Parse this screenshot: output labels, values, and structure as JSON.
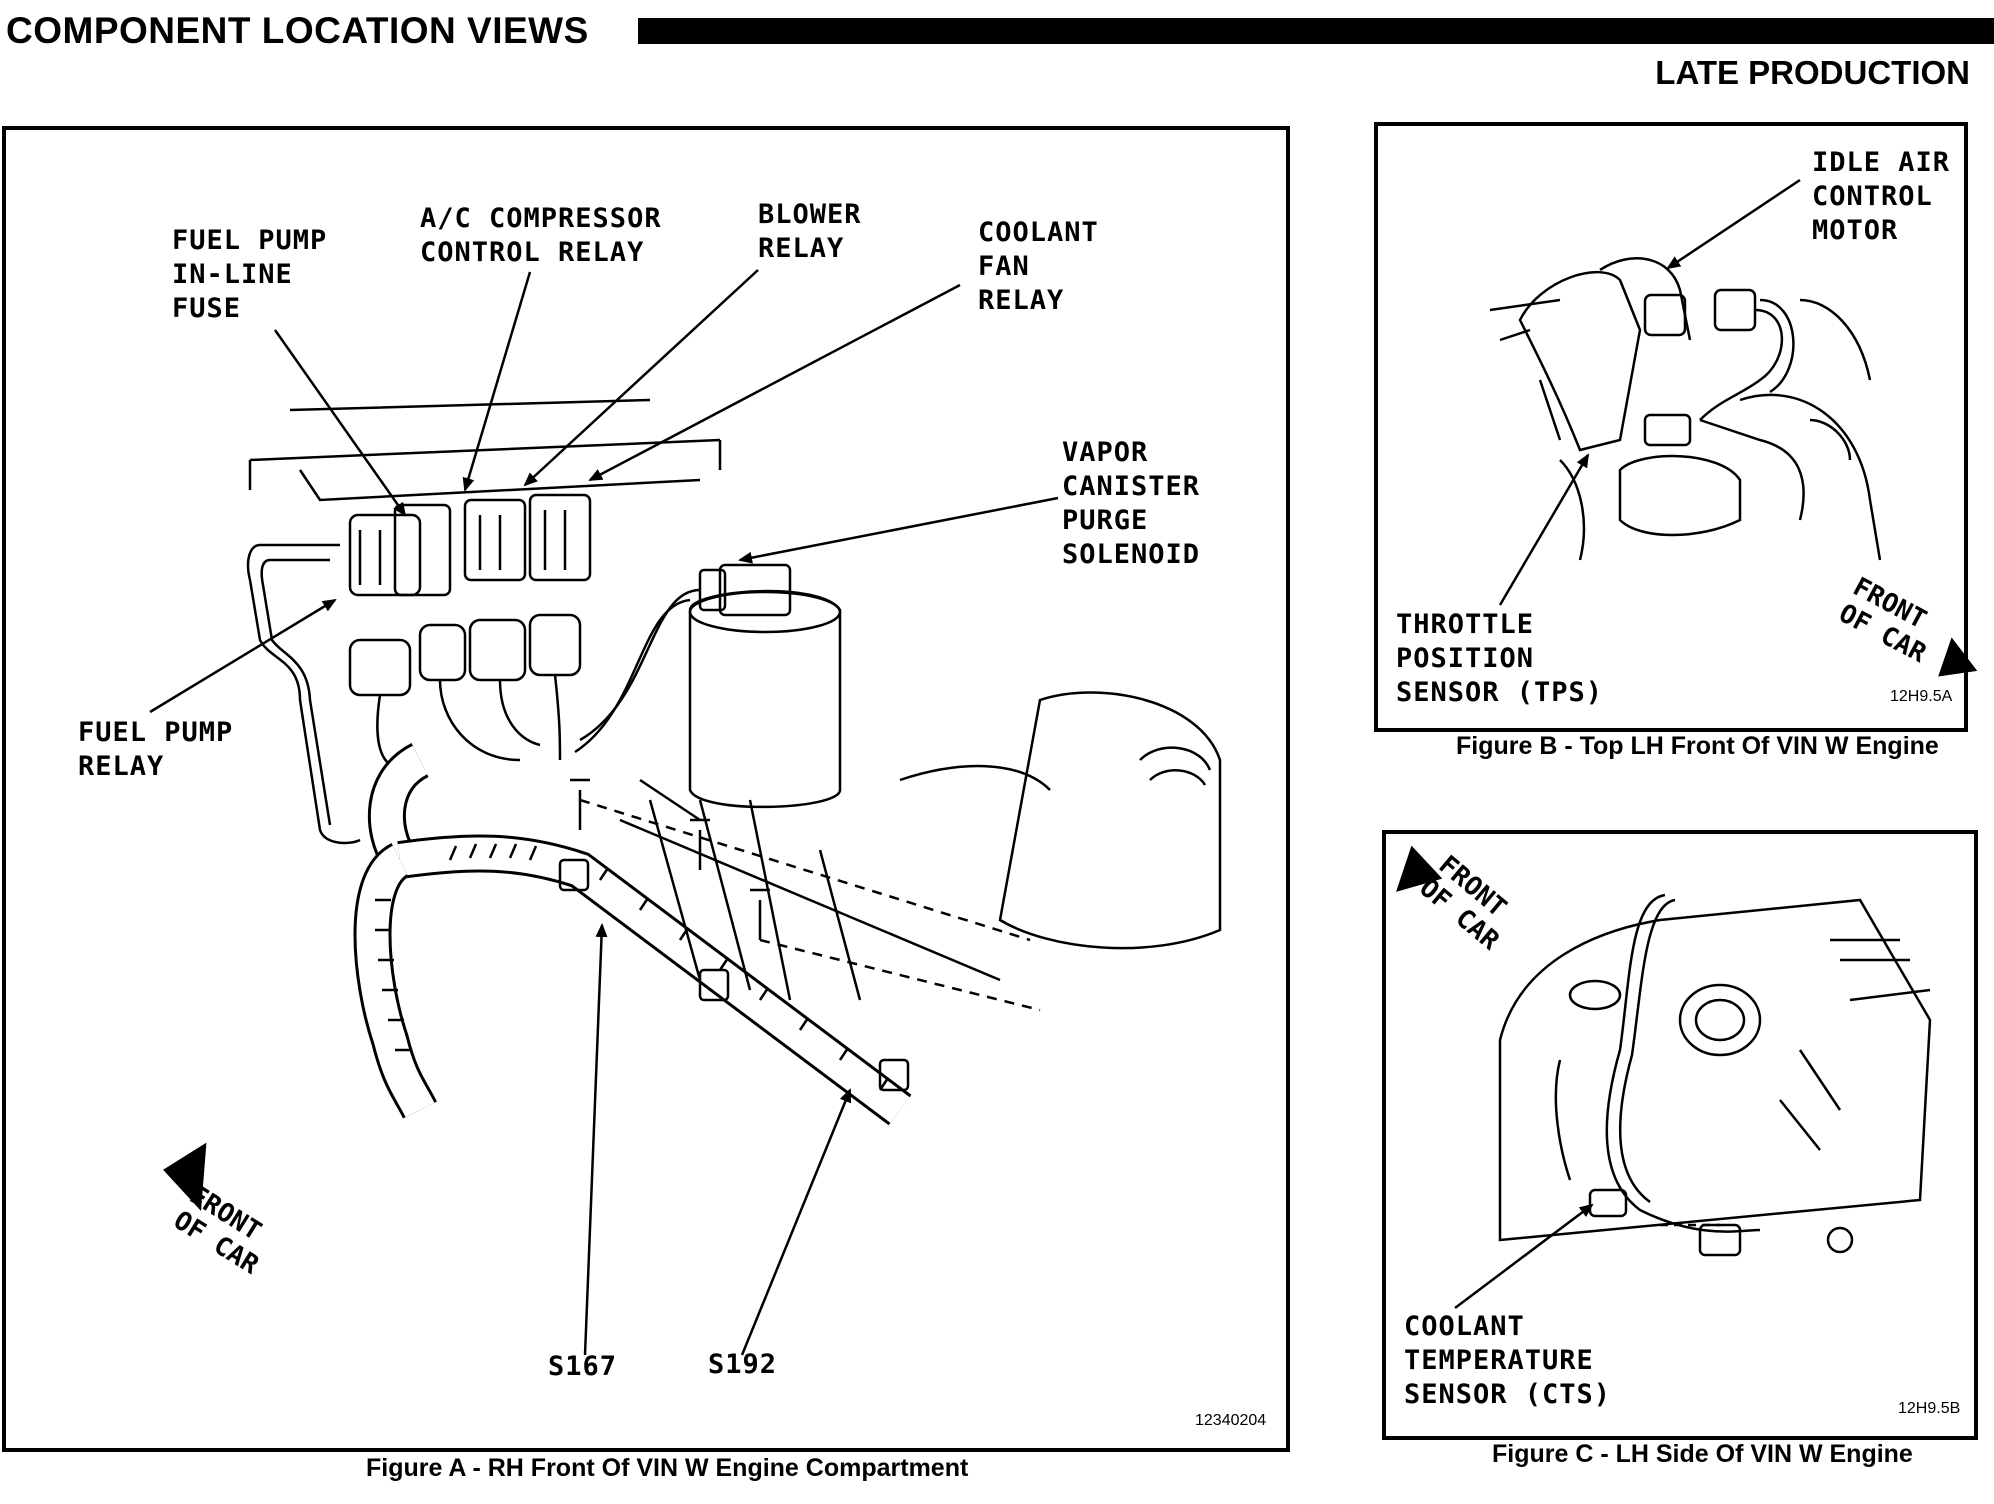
{
  "header": {
    "title": "COMPONENT LOCATION VIEWS",
    "subtitle": "LATE PRODUCTION"
  },
  "figure_a": {
    "labels": {
      "fuel_pump_fuse": "FUEL PUMP\nIN-LINE\nFUSE",
      "ac_relay": "A/C COMPRESSOR\nCONTROL RELAY",
      "blower_relay": "BLOWER\nRELAY",
      "coolant_fan_relay": "COOLANT\nFAN\nRELAY",
      "vapor_canister": "VAPOR\nCANISTER\nPURGE\nSOLENOID",
      "fuel_pump_relay": "FUEL PUMP\nRELAY",
      "s167": "S167",
      "s192": "S192",
      "front_of_car": "FRONT\nOF CAR"
    },
    "code": "12340204",
    "caption": "Figure A - RH Front Of VIN W Engine Compartment"
  },
  "figure_b": {
    "labels": {
      "idle_air": "IDLE AIR\nCONTROL\nMOTOR",
      "tps": "THROTTLE\nPOSITION\nSENSOR (TPS)",
      "front_of_car": "FRONT\nOF CAR"
    },
    "code": "12H9.5A",
    "caption": "Figure B - Top LH Front Of VIN W Engine"
  },
  "figure_c": {
    "labels": {
      "cts": "COOLANT\nTEMPERATURE\nSENSOR (CTS)",
      "front_of_car": "FRONT\nOF CAR"
    },
    "code": "12H9.5B",
    "caption": "Figure C - LH Side Of VIN W Engine"
  }
}
